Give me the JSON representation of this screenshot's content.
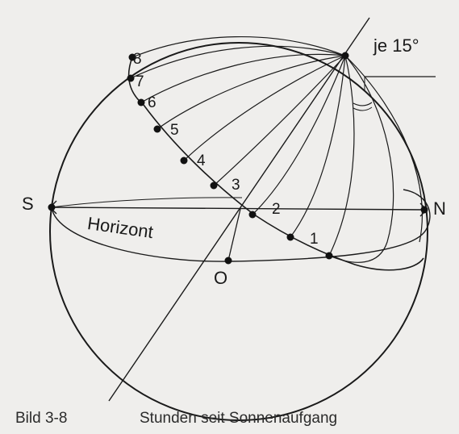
{
  "labels": {
    "south": "S",
    "north": "N",
    "east": "O",
    "horizon": "Horizont",
    "angle_note": "je 15°",
    "hours": [
      "1",
      "2",
      "3",
      "4",
      "5",
      "6",
      "7",
      "8"
    ]
  },
  "caption": {
    "figure_id": "Bild 3-8",
    "text": "Stunden seit Sonnenaufgang"
  }
}
